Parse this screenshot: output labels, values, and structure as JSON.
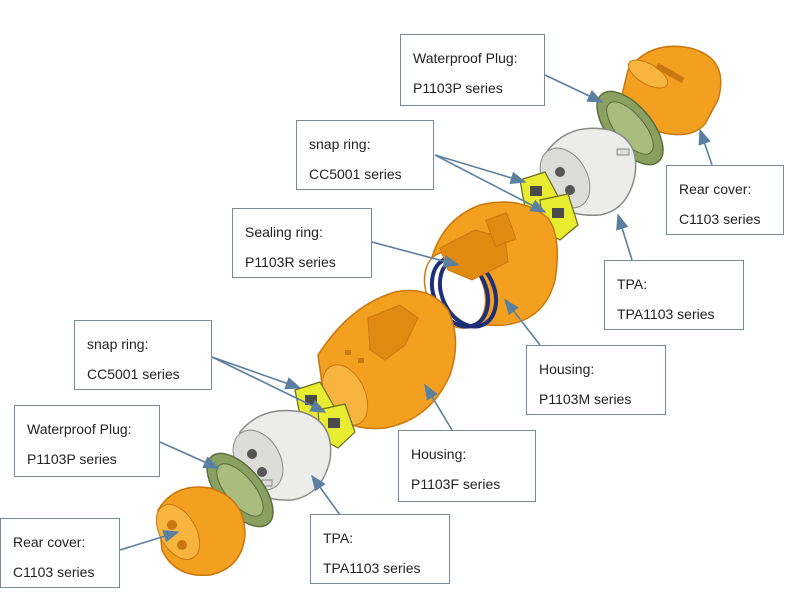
{
  "colors": {
    "orange": "#f3a020",
    "orange_dark": "#c97810",
    "white_part": "#ececea",
    "yellow": "#e8ec30",
    "green_ring": "#8aa060",
    "arrow": "#5a7fa0"
  },
  "labels": {
    "wp_top": {
      "title": "Waterproof Plug:",
      "series": "P1103P series"
    },
    "rear_top": {
      "title": "Rear cover:",
      "series": "C1103 series"
    },
    "snap_top": {
      "title": "snap ring:",
      "series": "CC5001 series"
    },
    "seal": {
      "title": "Sealing ring:",
      "series": "P1103R series"
    },
    "tpa_top": {
      "title": "TPA:",
      "series": "TPA1103 series"
    },
    "housing_m": {
      "title": "Housing:",
      "series": "P1103M series"
    },
    "snap_bot": {
      "title": "snap ring:",
      "series": "CC5001 series"
    },
    "wp_bot": {
      "title": "Waterproof Plug:",
      "series": "P1103P series"
    },
    "housing_f": {
      "title": "Housing:",
      "series": "P1103F series"
    },
    "rear_bot": {
      "title": "Rear cover:",
      "series": "C1103 series"
    },
    "tpa_bot": {
      "title": "TPA:",
      "series": "TPA1103 series"
    }
  }
}
